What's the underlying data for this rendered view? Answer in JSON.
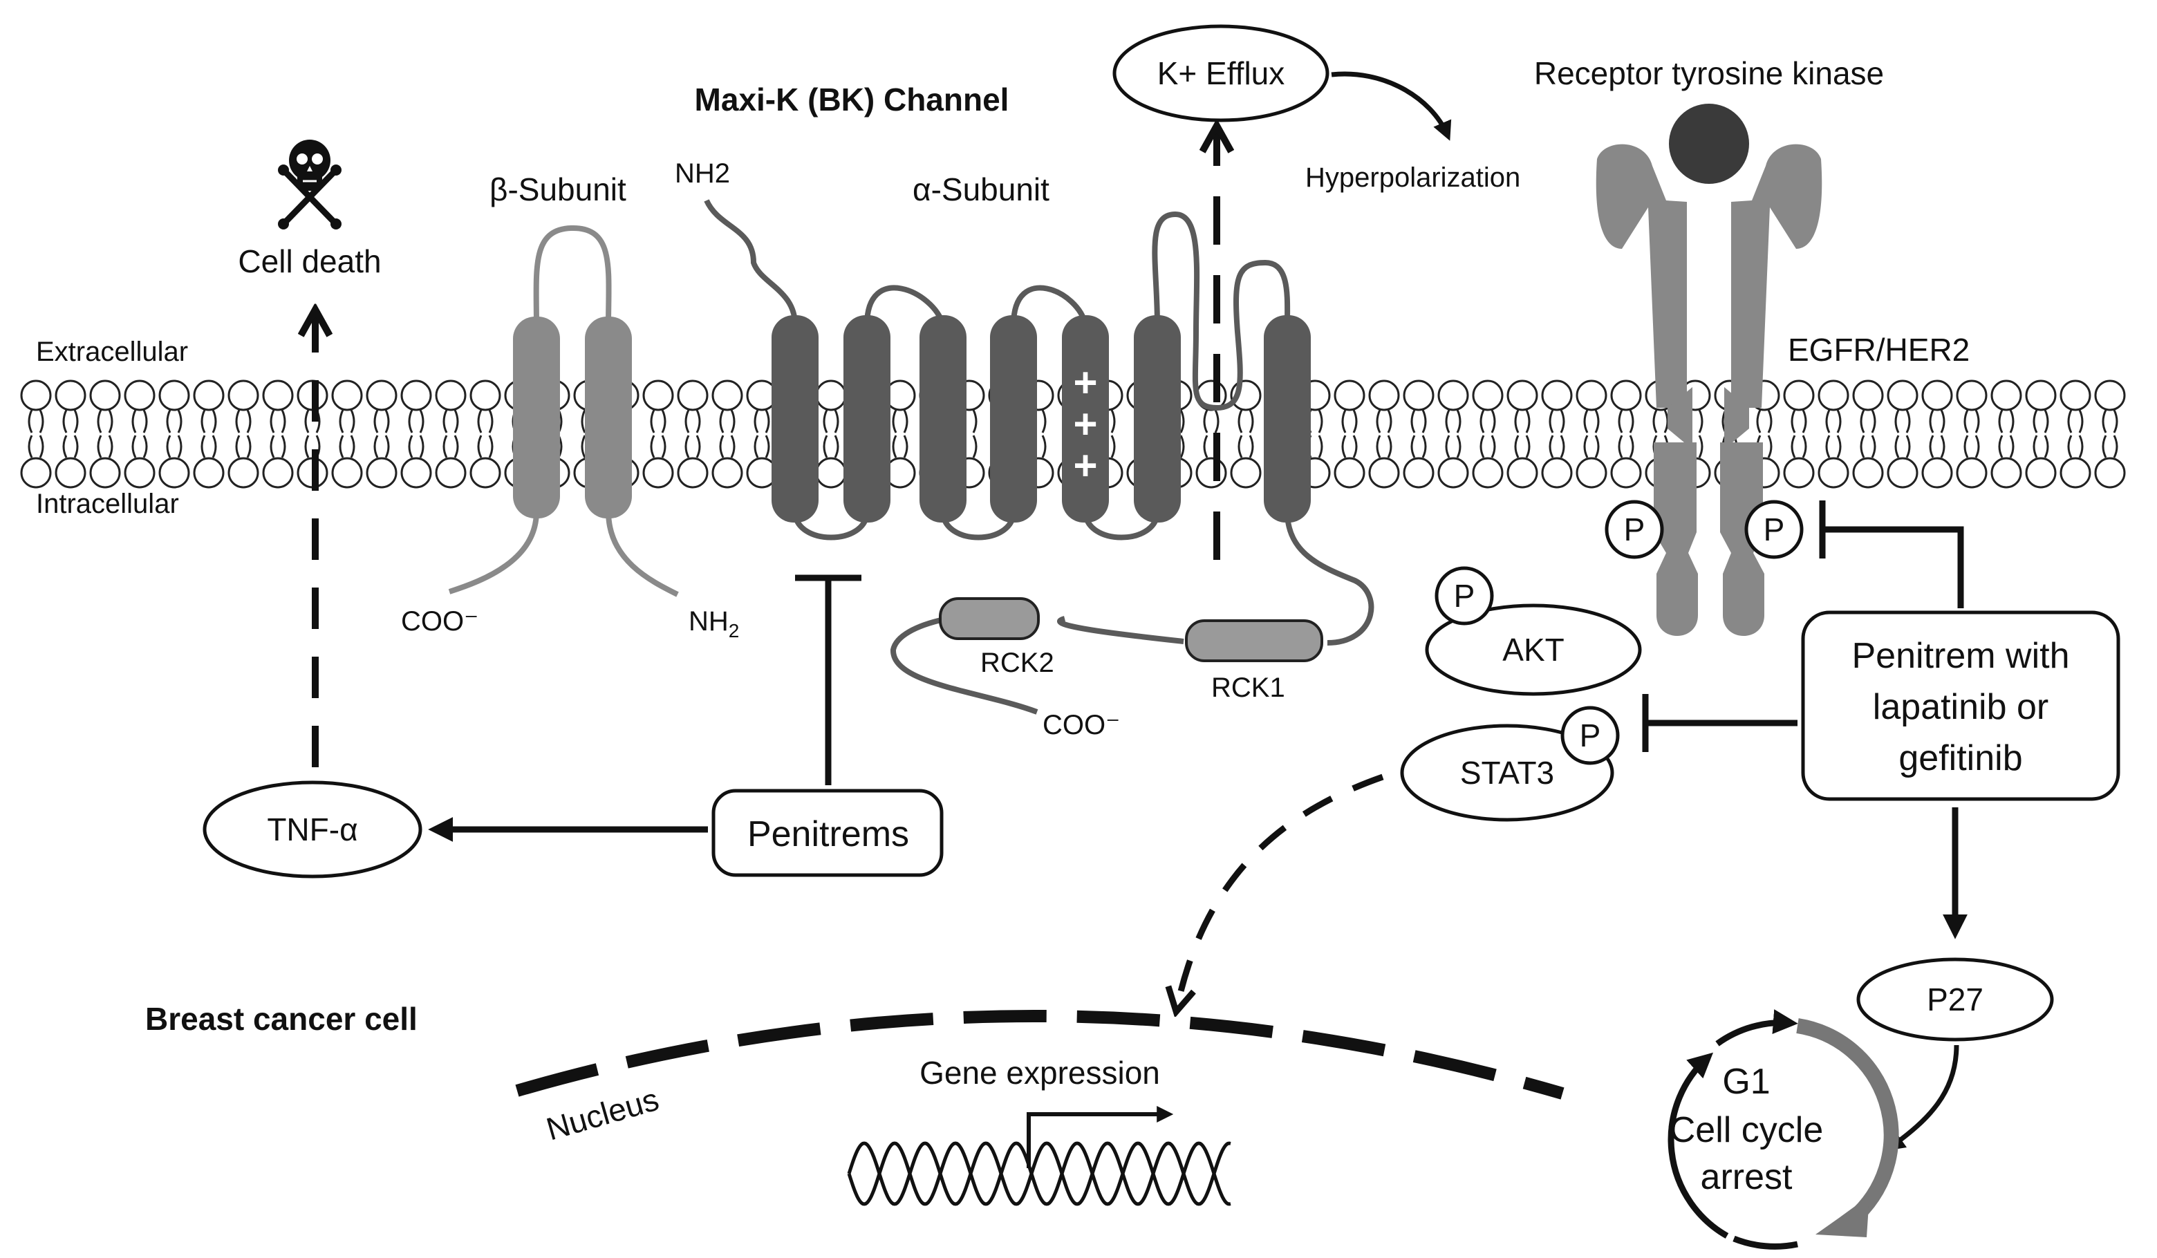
{
  "labels": {
    "maxik_title": "Maxi-K (BK) Channel",
    "k_efflux": "K+ Efflux",
    "receptor_title": "Receptor tyrosine kinase",
    "hyperpolarization": "Hyperpolarization",
    "beta_subunit": "β-Subunit",
    "alpha_subunit": "α-Subunit",
    "nh2_top": "NH2",
    "cell_death": "Cell death",
    "extracellular": "Extracellular",
    "intracellular": "Intracellular",
    "egfr_her2": "EGFR/HER2",
    "coo_beta": "COO⁻",
    "nh2_beta": "NH",
    "nh2_beta_sub": "2",
    "rck2": "RCK2",
    "rck1": "RCK1",
    "coo_alpha": "COO⁻",
    "akt": "AKT",
    "stat3": "STAT3",
    "phospho": "P",
    "penitrem_combo_line1": "Penitrem with",
    "penitrem_combo_line2": "lapatinib or",
    "penitrem_combo_line3": "gefitinib",
    "tnf_alpha": "TNF-α",
    "penitrems": "Penitrems",
    "p27": "P27",
    "breast_cancer_cell": "Breast cancer cell",
    "gene_expression": "Gene expression",
    "nucleus": "Nucleus",
    "g1_line1": "G1",
    "g1_line2": "Cell cycle",
    "g1_line3": "arrest",
    "plus": "+"
  },
  "colors": {
    "alpha_helix": "#5a5a5a",
    "beta_helix": "#8a8a8a",
    "receptor": "#888888",
    "ligand": "#3a3a3a",
    "rck": "#9a9a9a",
    "line": "#111111"
  }
}
